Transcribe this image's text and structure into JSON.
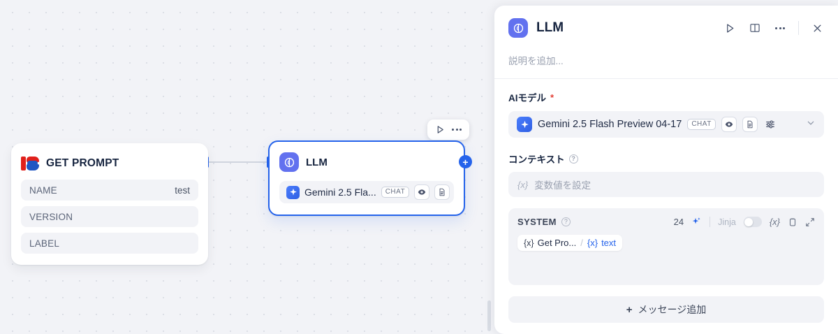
{
  "canvas": {
    "nodes": [
      {
        "id": "get-prompt",
        "title": "GET PROMPT",
        "icon": "langfuse-brand-icon",
        "rows": [
          {
            "key": "NAME",
            "value": "test"
          },
          {
            "key": "VERSION",
            "value": ""
          },
          {
            "key": "LABEL",
            "value": ""
          }
        ]
      },
      {
        "id": "llm",
        "title": "LLM",
        "icon": "llm-node-icon",
        "model": {
          "name": "Gemini 2.5 Fla...",
          "badge": "CHAT",
          "icons": [
            "eye-icon",
            "document-icon"
          ]
        }
      }
    ],
    "toolbar": {
      "run": "run-icon",
      "more": "more-icon"
    },
    "plus_handle": "+"
  },
  "panel": {
    "title": "LLM",
    "icon": "llm-node-icon",
    "actions": [
      "run-icon",
      "book-icon",
      "more-icon",
      "close-icon"
    ],
    "description_placeholder": "説明を追加...",
    "model_field": {
      "label": "AIモデル",
      "required_mark": "*",
      "value": "Gemini 2.5 Flash Preview 04-17",
      "badge": "CHAT",
      "icons": [
        "eye-icon",
        "document-icon",
        "sliders-icon"
      ],
      "chevron": "chevron-down-icon"
    },
    "context_field": {
      "label": "コンテキスト",
      "help": "?",
      "var_prefix": "{x}",
      "placeholder": "変数値を設定"
    },
    "message": {
      "role": "SYSTEM",
      "help": "?",
      "token_count": "24",
      "sparkle": "sparkle-icon",
      "jinja_label": "Jinja",
      "jinja_enabled": false,
      "tools": [
        "variable-icon",
        "copy-icon",
        "expand-icon"
      ],
      "variable_chip": {
        "prefix": "{x}",
        "source": "Get Pro...",
        "separator": "/",
        "var_prefix": "{x}",
        "field": "text"
      }
    },
    "add_message_button": {
      "plus": "+",
      "label": "メッセージ追加"
    }
  },
  "colors": {
    "accent": "#2563eb",
    "node_icon": "#6271ef",
    "required": "#e23c32",
    "canvas_bg": "#f2f3f7"
  }
}
